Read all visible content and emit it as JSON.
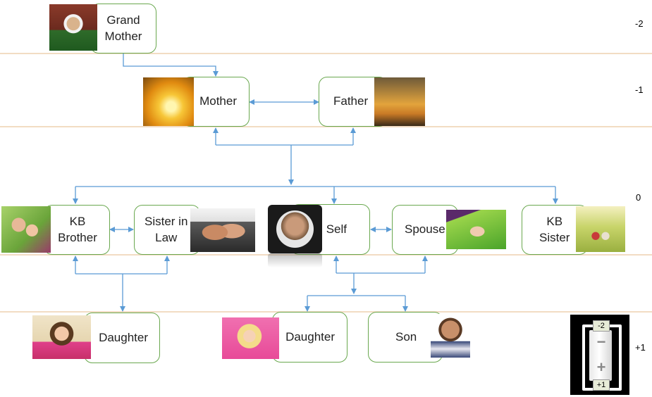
{
  "levels": [
    "-2",
    "-1",
    "0",
    "+1"
  ],
  "members": {
    "grand_mother": [
      "Grand",
      "Mother"
    ],
    "mother": [
      "Mother"
    ],
    "father": [
      "Father"
    ],
    "kb_brother": [
      "KB",
      "Brother"
    ],
    "sister_in_law": [
      "Sister in",
      "Law"
    ],
    "self": [
      "Self"
    ],
    "spouse": [
      "Spouse"
    ],
    "kb_sister": [
      "KB",
      "Sister"
    ],
    "daughter_left": [
      "Daughter"
    ],
    "daughter_right": [
      "Daughter"
    ],
    "son": [
      "Son"
    ]
  },
  "zoom_widget": {
    "top_label": "-2",
    "bottom_label": "+1",
    "minus_icon": "minus-icon",
    "plus_icon": "plus-icon"
  },
  "colors": {
    "connector": "#5b9bd5",
    "box_border": "#6aa84f",
    "separator": "#f2dcc3"
  }
}
